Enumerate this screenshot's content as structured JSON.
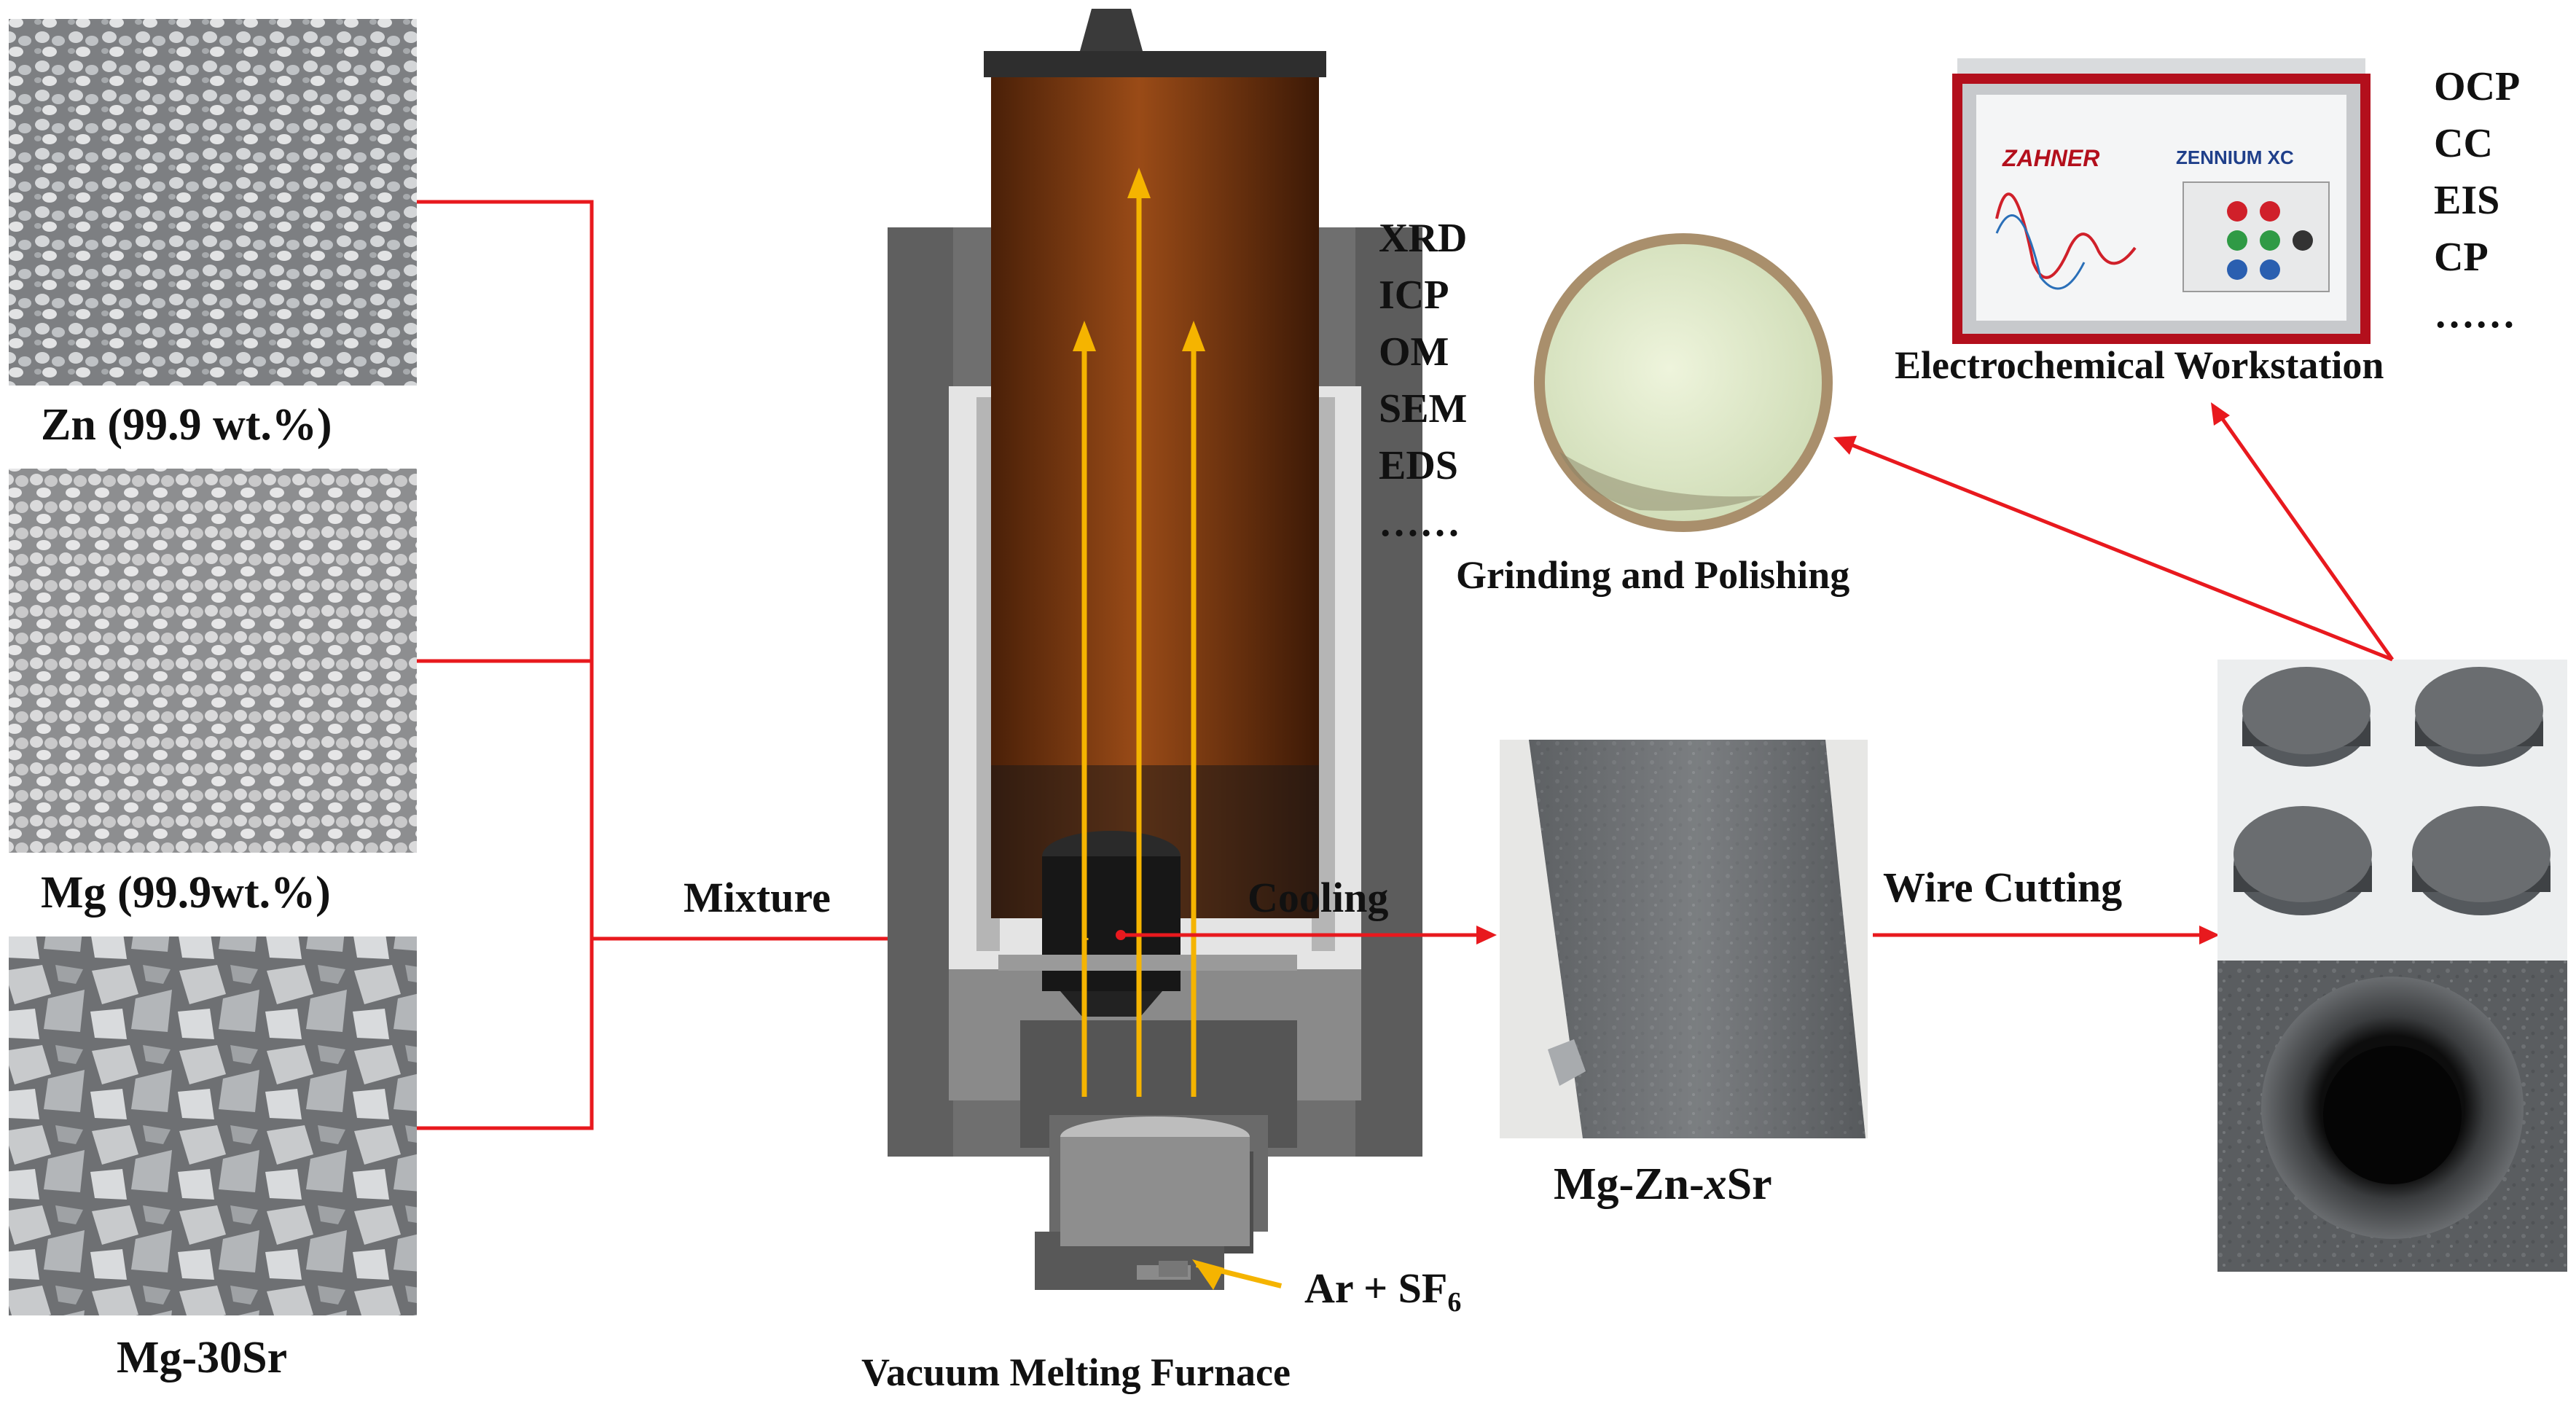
{
  "raw_materials": [
    {
      "label": "Zn (99.9 wt.%)"
    },
    {
      "label": "Mg (99.9wt.%)"
    },
    {
      "label": "Mg-30Sr"
    }
  ],
  "process": {
    "mixture": "Mixture",
    "cooling": "Cooling",
    "wire_cutting": "Wire Cutting",
    "furnace": "Vacuum Melting Furnace",
    "gas_main": "Ar + SF",
    "gas_sub": "6",
    "ingot_prefix": "Mg-Zn-",
    "ingot_italic": "x",
    "ingot_suffix": "Sr",
    "grinding": "Grinding and Polishing",
    "workstation": "Electrochemical Workstation",
    "device_brand": "ZAHNER",
    "device_model": "ZENNIUM XC"
  },
  "characterization": [
    "XRD",
    "ICP",
    "OM",
    "SEM",
    "EDS",
    "……"
  ],
  "electrochem_tests": [
    "OCP",
    "CC",
    "EIS",
    "CP",
    "……"
  ],
  "colors": {
    "connector": "#e8191e",
    "flow_arrow": "#f5b400",
    "furnace_body": "#6f6f6f",
    "crucible_tube": "#7a3a10"
  }
}
